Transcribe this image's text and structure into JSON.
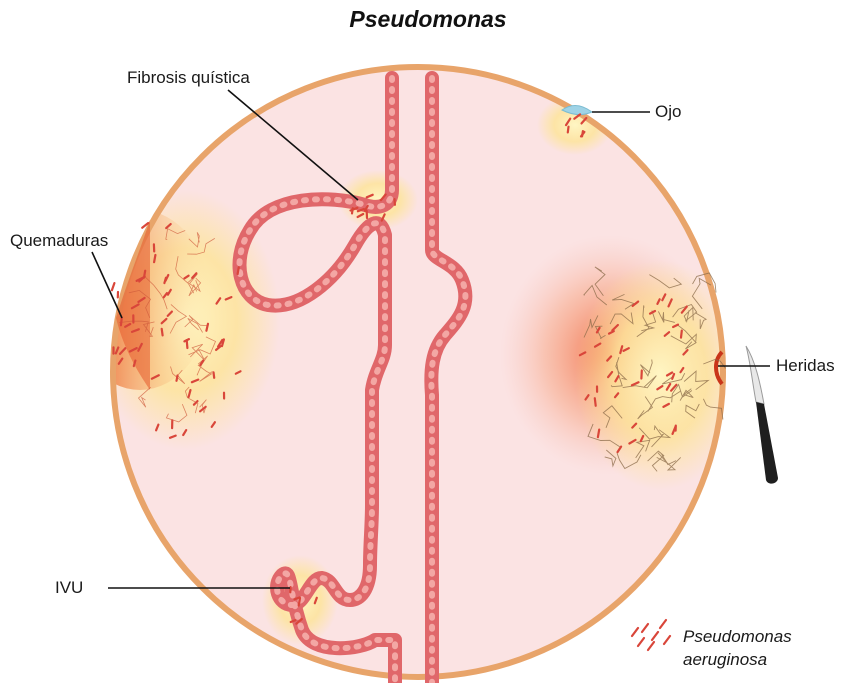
{
  "title": "Pseudomonas",
  "labels": {
    "fibrosis": "Fibrosis quística",
    "ojo": "Ojo",
    "quemaduras": "Quemaduras",
    "heridas": "Heridas",
    "ivu": "IVU"
  },
  "legend": {
    "line1": "Pseudomonas",
    "line2": "aeruginosa"
  },
  "colors": {
    "body_fill": "#fbe3e3",
    "outline": "#e8a46a",
    "tissue": "#e0676a",
    "infection_glow": "#fbe39a",
    "inflamed": "#e8541e",
    "bacteria": "#d9463a"
  }
}
